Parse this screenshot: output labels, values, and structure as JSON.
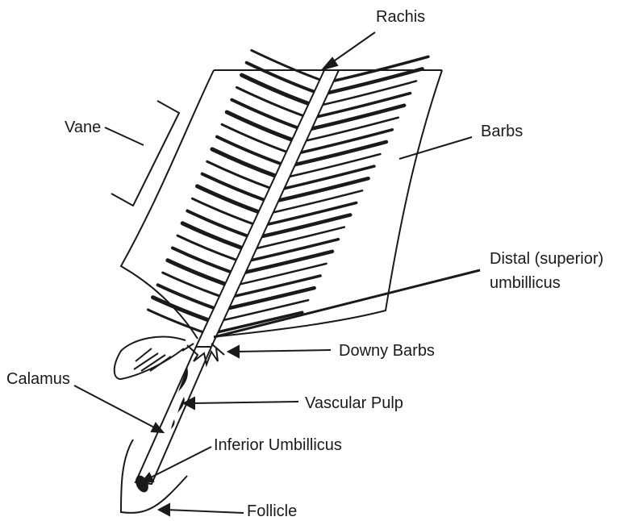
{
  "labels": {
    "rachis": "Rachis",
    "vane": "Vane",
    "barbs": "Barbs",
    "distal_line1": "Distal (superior)",
    "distal_line2": "umbillicus",
    "downy_barbs": "Downy Barbs",
    "calamus": "Calamus",
    "vascular_pulp": "Vascular Pulp",
    "inferior_umbillicus": "Inferior Umbillicus",
    "follicle": "Follicle"
  },
  "colors": {
    "ink": "#1a1a1a",
    "background": "#ffffff"
  }
}
